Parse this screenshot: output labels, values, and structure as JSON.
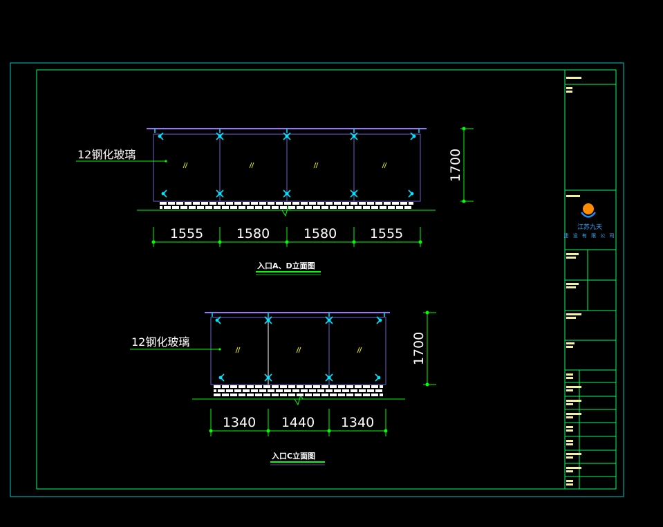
{
  "elevation_top": {
    "material_label": "12钢化玻璃",
    "height_dim": "1700",
    "width_dims": [
      "1555",
      "1580",
      "1580",
      "1555"
    ],
    "title": "入口A、D立面图"
  },
  "elevation_bottom": {
    "material_label": "12钢化玻璃",
    "height_dim": "1700",
    "width_dims": [
      "1340",
      "1440",
      "1340"
    ],
    "title": "入口C立面图"
  },
  "title_block": {
    "company_line1": "江苏九天",
    "company_line2": "建 设 有 限 公 司",
    "logo": "company-logo-icon"
  },
  "colors": {
    "frame": "#00c8c8",
    "dimension": "#00ff00",
    "glass": "#7060d0",
    "fitting": "#00e5ff",
    "brick": "#ffffff",
    "logo_orange": "#ff8c00",
    "logo_blue": "#1e90ff"
  }
}
